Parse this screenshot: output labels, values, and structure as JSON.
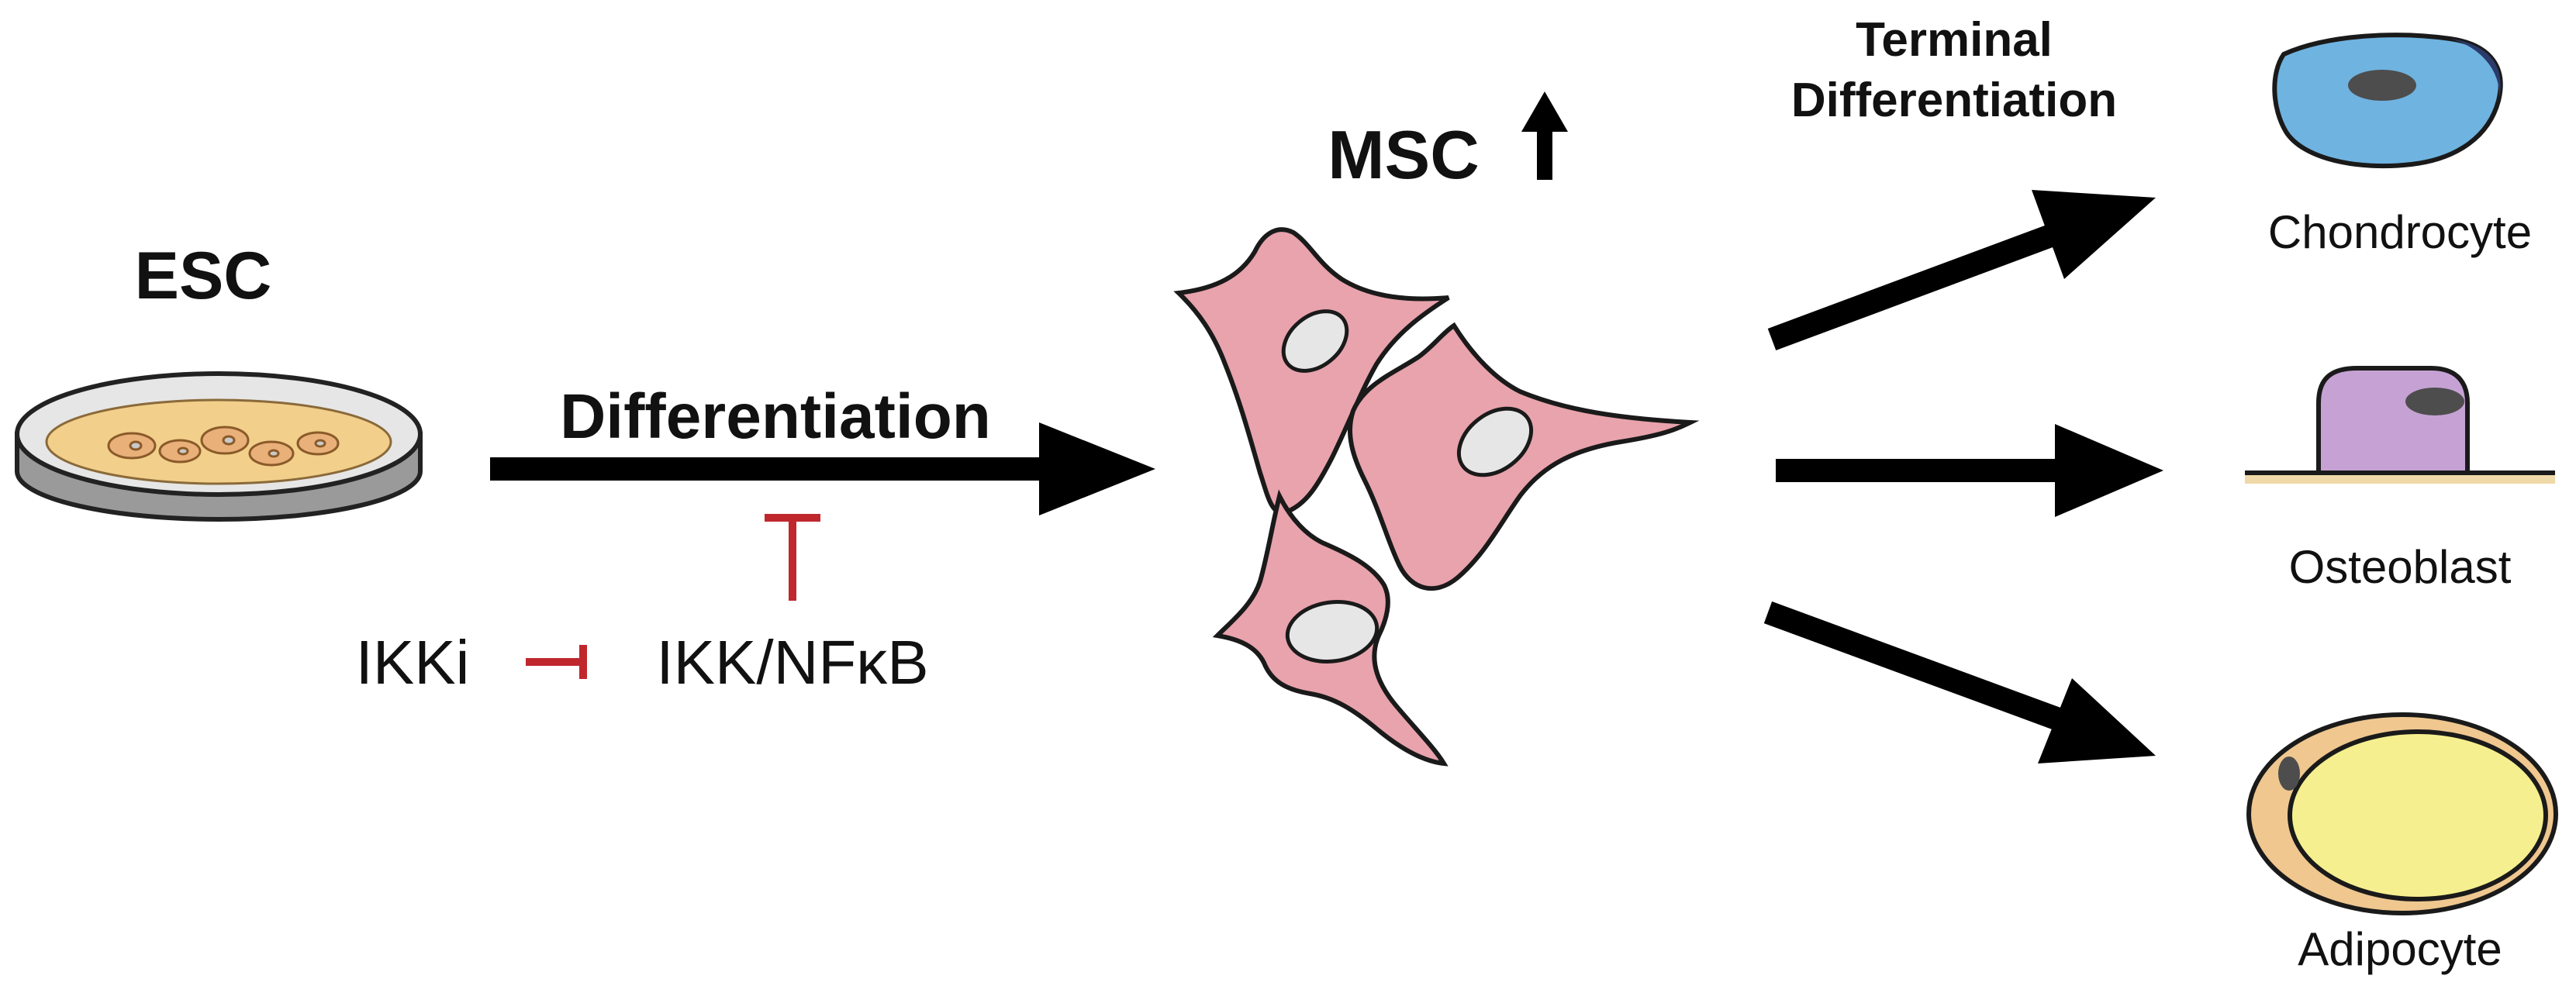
{
  "labels": {
    "esc": "ESC",
    "differentiation": "Differentiation",
    "ikki": "IKKi",
    "ikk_nfkb": "IKK/NFκB",
    "msc": "MSC",
    "terminal_line1": "Terminal",
    "terminal_line2": "Differentiation",
    "chondrocyte": "Chondrocyte",
    "osteoblast": "Osteoblast",
    "adipocyte": "Adipocyte"
  },
  "colors": {
    "arrow": "#000000",
    "inhibition": "#c0272d",
    "msc_cell_fill": "#e8a3ac",
    "nucleus_fill": "#e6e6e6",
    "dish_rim": "#e6e6e6",
    "dish_medium": "#f2cf8a",
    "dish_cell": "#e9b07a",
    "chondrocyte_fill": "#6fb3e0",
    "osteoblast_fill": "#c6a2d4",
    "bone_surface": "#f0d9a8",
    "adipocyte_outer": "#efc78f",
    "adipocyte_lipid": "#f5ef8f",
    "cell_nucleus_dark": "#4d4d4d"
  },
  "icons": {
    "msc_up_arrow": "up-arrow-icon",
    "culture_dish": "petri-dish-icon"
  }
}
